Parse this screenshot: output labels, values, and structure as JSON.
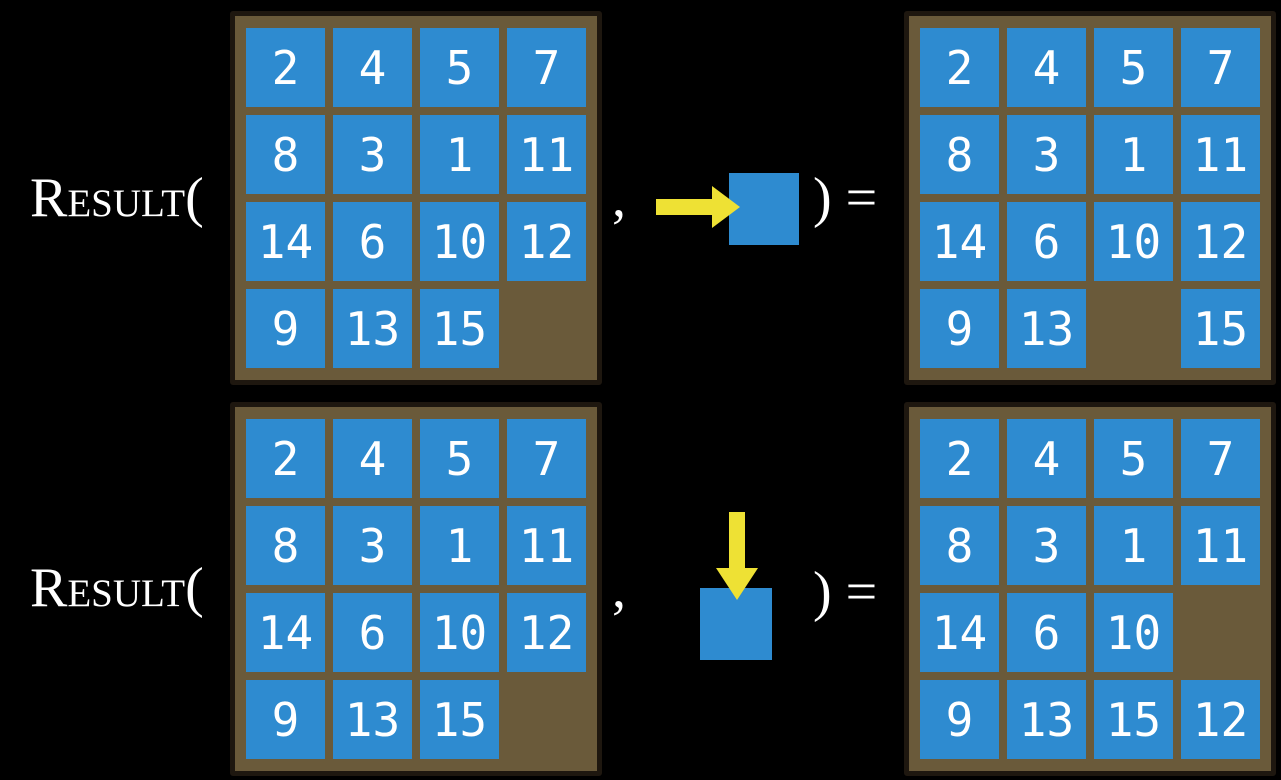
{
  "colors": {
    "background": "#000000",
    "board": "#6A5A3A",
    "board_border": "#1E170F",
    "tile": "#2E8BD0",
    "tile_text": "#FFFFFF",
    "arrow": "#EEE134",
    "text": "#FFFFFF"
  },
  "examples": [
    {
      "label": "Result(",
      "comma": ",",
      "close_equals": ") =",
      "move_icon": "arrow-right-icon",
      "move_description": "blank-slides-right-into-square",
      "input_grid": [
        [
          "2",
          "4",
          "5",
          "7"
        ],
        [
          "8",
          "3",
          "1",
          "11"
        ],
        [
          "14",
          "6",
          "10",
          "12"
        ],
        [
          "9",
          "13",
          "15",
          ""
        ]
      ],
      "output_grid": [
        [
          "2",
          "4",
          "5",
          "7"
        ],
        [
          "8",
          "3",
          "1",
          "11"
        ],
        [
          "14",
          "6",
          "10",
          "12"
        ],
        [
          "9",
          "13",
          "",
          "15"
        ]
      ]
    },
    {
      "label": "Result(",
      "comma": ",",
      "close_equals": ") =",
      "move_icon": "arrow-down-icon",
      "move_description": "blank-slides-down-into-square",
      "input_grid": [
        [
          "2",
          "4",
          "5",
          "7"
        ],
        [
          "8",
          "3",
          "1",
          "11"
        ],
        [
          "14",
          "6",
          "10",
          "12"
        ],
        [
          "9",
          "13",
          "15",
          ""
        ]
      ],
      "output_grid": [
        [
          "2",
          "4",
          "5",
          "7"
        ],
        [
          "8",
          "3",
          "1",
          "11"
        ],
        [
          "14",
          "6",
          "10",
          ""
        ],
        [
          "9",
          "13",
          "15",
          "12"
        ]
      ]
    }
  ]
}
